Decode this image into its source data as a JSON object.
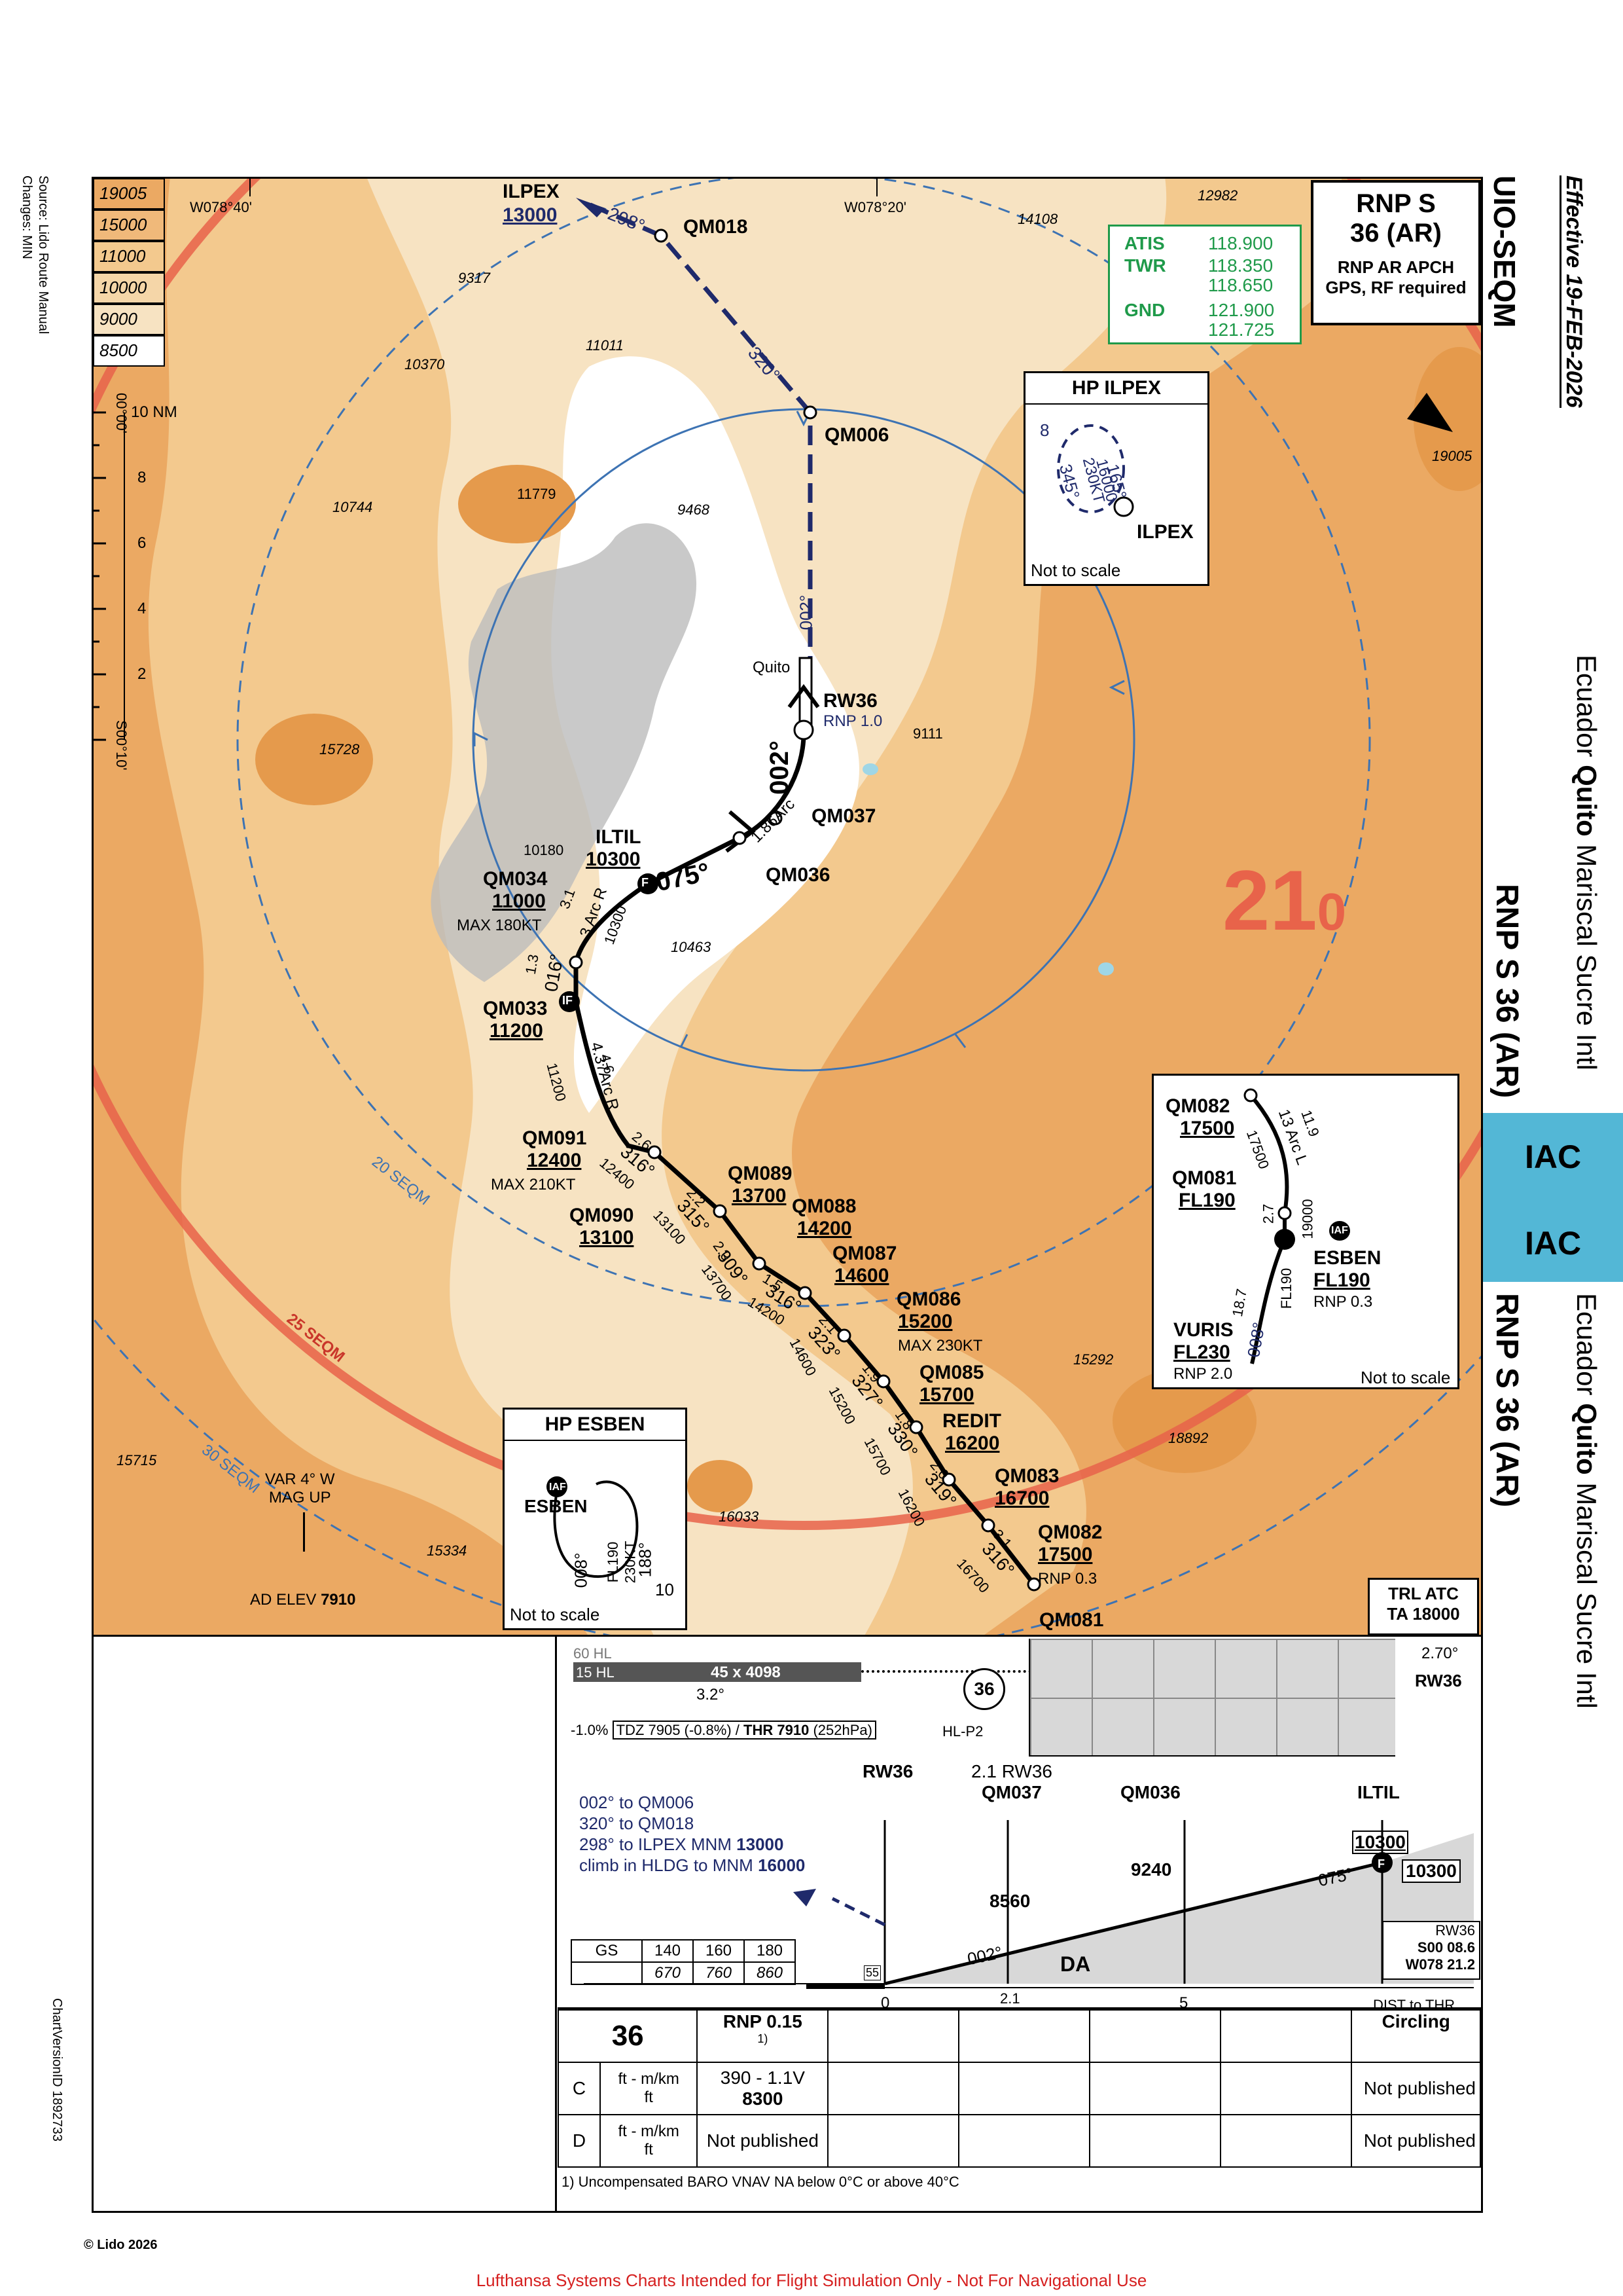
{
  "chart": {
    "effective": "Effective 19-FEB-2026",
    "icao": "UIO-SEQM",
    "country_place": [
      "Ecuador",
      "Quito",
      "Mariscal Sucre Intl"
    ],
    "procedure": "RNP S 36 (AR)",
    "tab_label": "IAC",
    "changes": "Changes: MIN",
    "source": "Source: Lido Route Manual",
    "copyright": "© Lido 2026",
    "version_id": "ChartVersionID 1892733",
    "disclaimer": "Lufthansa Systems Charts Intended for Flight Simulation Only - Not For Navigational Use"
  },
  "title_box": {
    "line1": "RNP S",
    "line2": "36 (AR)",
    "line3": "RNP AR APCH",
    "line4": "GPS, RF required"
  },
  "comms": [
    {
      "name": "ATIS",
      "freqs": [
        "118.900"
      ]
    },
    {
      "name": "TWR",
      "freqs": [
        "118.350",
        "118.650"
      ]
    },
    {
      "name": "GND",
      "freqs": [
        "121.900",
        "121.725"
      ]
    }
  ],
  "legend_altitudes": [
    "19005",
    "15000",
    "11000",
    "10000",
    "9000",
    "8500"
  ],
  "graticule": {
    "lon1": "W078°40'",
    "lon2": "W078°20'",
    "lat1": "00°00'",
    "lat2": "S00°10'",
    "nm": "10 NM"
  },
  "scale_ticks": [
    "8",
    "6",
    "4",
    "2"
  ],
  "msa": {
    "value": "21",
    "sub": "0"
  },
  "rings": [
    "20 SEQM",
    "25 SEQM",
    "30 SEQM"
  ],
  "var": {
    "line1": "VAR 4° W",
    "line2": "MAG UP",
    "elev_label": "AD ELEV",
    "elev": "7910"
  },
  "trl": {
    "line1": "TRL ATC",
    "line2": "TA 18000"
  },
  "spot_elevations": [
    "12982",
    "14108",
    "9317",
    "10370",
    "11011",
    "10744",
    "11779",
    "9468",
    "15728",
    "9111",
    "10180",
    "10463",
    "15292",
    "18892",
    "15715",
    "16033",
    "15334",
    "19005"
  ],
  "waypoints": {
    "ilpex": {
      "name": "ILPEX",
      "alt": "13000"
    },
    "qm018": "QM018",
    "qm006": "QM006",
    "quito": "Quito",
    "rw36": {
      "name": "RW36",
      "rnp": "RNP 1.0"
    },
    "qm037": "QM037",
    "qm036": "QM036",
    "iltil": {
      "name": "ILTIL",
      "alt": "10300"
    },
    "qm034": {
      "name": "QM034",
      "alt": "11000",
      "speed": "MAX 180KT"
    },
    "qm033": {
      "name": "QM033",
      "alt": "11200"
    },
    "qm091": {
      "name": "QM091",
      "alt": "12400",
      "speed": "MAX 210KT"
    },
    "qm090": {
      "name": "QM090",
      "alt": "13100"
    },
    "qm089": {
      "name": "QM089",
      "alt": "13700"
    },
    "qm088": {
      "name": "QM088",
      "alt": "14200"
    },
    "qm087": {
      "name": "QM087",
      "alt": "14600"
    },
    "qm086": {
      "name": "QM086",
      "alt": "15200",
      "speed": "MAX 230KT"
    },
    "qm085": {
      "name": "QM085",
      "alt": "15700"
    },
    "redit": {
      "name": "REDIT",
      "alt": "16200"
    },
    "qm083": {
      "name": "QM083",
      "alt": "16700"
    },
    "qm082": {
      "name": "QM082",
      "alt": "17500",
      "rnp": "RNP 0.3"
    },
    "qm081": "QM081"
  },
  "leg_labels": {
    "c298": "298°",
    "c320": "320°",
    "c002": "002°",
    "c002b": "002°",
    "c075": "075°",
    "arc186": "1.86Arc",
    "c016": "016°",
    "d13": "1.3",
    "d31": "3.1",
    "arc3": "3 Arc R",
    "a10300": "10300",
    "d46": "4.6",
    "arc437": "4.37Arc R",
    "a11200": "11200",
    "d26": "2.6",
    "c316a": "316°",
    "a12400": "12400",
    "d22": "2.2",
    "c315": "315°",
    "a13100": "13100",
    "d20": "2.0",
    "c309": "309°",
    "a13700": "13700",
    "d15": "1.5",
    "c316b": "316°",
    "a14200": "14200",
    "d21": "2.1",
    "c323": "323°",
    "a14600": "14600",
    "d19": "1.9",
    "c327": "327°",
    "a15200": "15200",
    "d18": "1.8",
    "c330": "330°",
    "a15700": "15700",
    "d20b": "2.0",
    "c319": "319°",
    "a16200": "16200",
    "d31b": "3.1",
    "c316c": "316°",
    "a16700": "16700",
    "f": "F",
    "iaf": "IAF",
    "if": "IF"
  },
  "hp_ilpex": {
    "title": "HP ILPEX",
    "fix": "ILPEX",
    "in": "165°",
    "alt": "16000",
    "spd": "230KT",
    "out": "345°",
    "dist": "8",
    "note": "Not to scale"
  },
  "hp_esben": {
    "title": "HP ESBEN",
    "fix": "ESBEN",
    "iaf": "IAF",
    "c1": "008°",
    "alt": "FL190",
    "spd": "230KT",
    "c2": "188°",
    "dist": "10",
    "note": "Not to scale"
  },
  "esben_inset": {
    "qm082": {
      "name": "QM082",
      "alt": "17500"
    },
    "qm081": {
      "name": "QM081",
      "alt": "FL190"
    },
    "esben": {
      "name": "ESBEN",
      "alt": "FL190",
      "rnp": "RNP 0.3"
    },
    "vuris": {
      "name": "VURIS",
      "alt": "FL230",
      "rnp": "RNP 2.0"
    },
    "arc": "13 Arc L",
    "d119": "11.9",
    "a17500": "17500",
    "d27": "2.7",
    "a19000": "19000",
    "d187": "18.7",
    "c008": "008°",
    "fl190": "FL190",
    "iaf": "IAF",
    "note": "Not to scale"
  },
  "runway": {
    "hl60": "60 HL",
    "hl15": "15 HL",
    "dims": "45 x 4098",
    "gp": "3.2°",
    "num": "36",
    "slope": "-1.0%",
    "tdz": "TDZ 7905 (-0.8%)",
    "thr_label": "THR",
    "thr": "7910",
    "qnh": "(252hPa)",
    "hl": "HL-P2",
    "app_angle": "2.70°",
    "rw": "RW36"
  },
  "profile": {
    "missed": [
      "002° to QM006",
      "320° to QM018"
    ],
    "missed3_a": "298° to ILPEX MNM",
    "missed3_b": "13000",
    "missed4_a": "climb in HLDG to MNM",
    "missed4_b": "16000",
    "fixes": {
      "rw36": "RW36",
      "rw36d": "2.1 RW36",
      "qm037": "QM037",
      "qm036": "QM036",
      "iltil": "ILTIL"
    },
    "alt8560": "8560",
    "alt9240": "9240",
    "alt10300a": "10300",
    "alt10300b": "10300",
    "c002": "002°",
    "c075": "075°",
    "da": "DA",
    "f": "F",
    "h55": "55",
    "ticks": {
      "t0": "0",
      "t21": "2.1",
      "t5": "5"
    },
    "dist_label": "DIST to THR",
    "coord": [
      "RW36",
      "S00 08.6",
      "W078 21.2"
    ]
  },
  "gs_table": {
    "label": "GS",
    "speeds": [
      "140",
      "160",
      "180"
    ],
    "rates": [
      "670",
      "760",
      "860"
    ]
  },
  "minima": {
    "rwy": "36",
    "rnp": "RNP 0.15",
    "rnp_note": "1)",
    "circling": "Circling",
    "unit": "ft - m/km",
    "unit_ft": "ft",
    "rows": [
      {
        "cat": "C",
        "value": "390 - 1.1V",
        "ft": "8300",
        "circ": "Not published"
      },
      {
        "cat": "D",
        "value": "Not published",
        "ft": "",
        "circ": "Not published"
      }
    ],
    "footnote": "1) Uncompensated BARO VNAV NA below 0°C or above 40°C"
  },
  "colors": {
    "terrain_light": "#f7e3c2",
    "terrain_mid": "#f3c98e",
    "terrain_dark": "#eba963",
    "msa_red": "#e8634a",
    "ring_blue": "#3d73b3",
    "route_navy": "#1f2a6b",
    "comm_green": "#1f9a4a",
    "tab_blue": "#53b7d6"
  }
}
